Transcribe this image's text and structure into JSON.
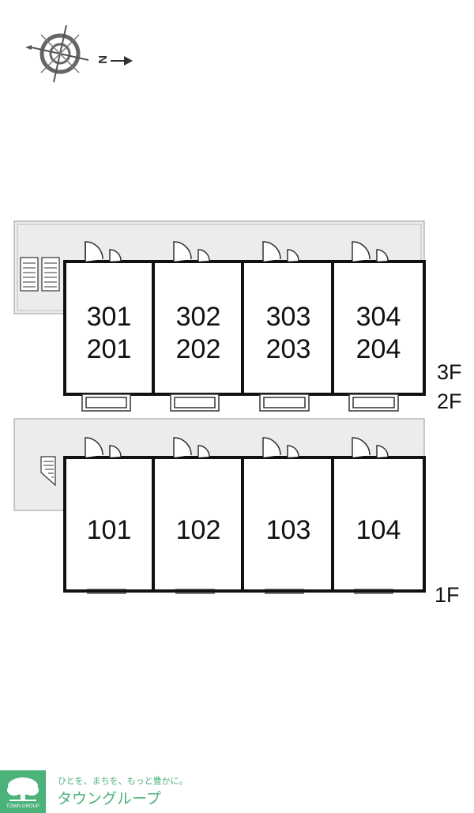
{
  "compass": {
    "north_label": "N"
  },
  "upper_block": {
    "units": [
      {
        "top": "301",
        "bottom": "201"
      },
      {
        "top": "302",
        "bottom": "202"
      },
      {
        "top": "303",
        "bottom": "203"
      },
      {
        "top": "304",
        "bottom": "204"
      }
    ],
    "floor_labels": [
      "3F",
      "2F"
    ]
  },
  "lower_block": {
    "units": [
      "101",
      "102",
      "103",
      "104"
    ],
    "floor_label": "1F"
  },
  "logo": {
    "tagline": "ひとを、まちを、もっと豊かに。",
    "name": "タウングループ",
    "small_text": "TOWN GROUP"
  },
  "colors": {
    "corridor": "#ececec",
    "wall": "#111111",
    "logo_green": "#4bb27a"
  }
}
